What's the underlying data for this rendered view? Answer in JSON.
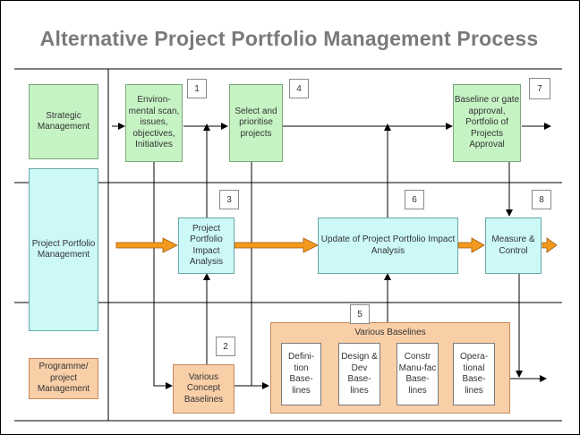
{
  "title": "Alternative Project Portfolio Management Process",
  "lanes": {
    "strategic": "Strategic Management",
    "portfolio": "Project Portfolio Management",
    "programme": "Programme/ project Management"
  },
  "steps": {
    "s1": {
      "label": "Environ-mental scan, issues, objectives, Initiatives",
      "num": "1"
    },
    "s2": {
      "label": "Various Concept Baselines",
      "num": "2"
    },
    "s3": {
      "label": "Project Portfolio Impact Analysis",
      "num": "3"
    },
    "s4": {
      "label": "Select and prioritise projects",
      "num": "4"
    },
    "s5": {
      "label": "Various Baselines",
      "num": "5"
    },
    "s6": {
      "label": "Update of Project Portfolio Impact Analysis",
      "num": "6"
    },
    "s7": {
      "label": "Baseline or gate approval, Portfolio of Projects Approval",
      "num": "7"
    },
    "s8": {
      "label": "Measure & Control",
      "num": "8"
    }
  },
  "baselines": [
    "Defini-tion Base-lines",
    "Design & Dev Base-lines",
    "Constr Manu-fac Base-lines",
    "Opera-tional Base-lines"
  ],
  "colors": {
    "green": "#c6f3c4",
    "cyan": "#ccf8f8",
    "orange": "#f9cfa8",
    "arrow_orange": "#f39a1e",
    "title_gray": "#7a7a7a"
  }
}
